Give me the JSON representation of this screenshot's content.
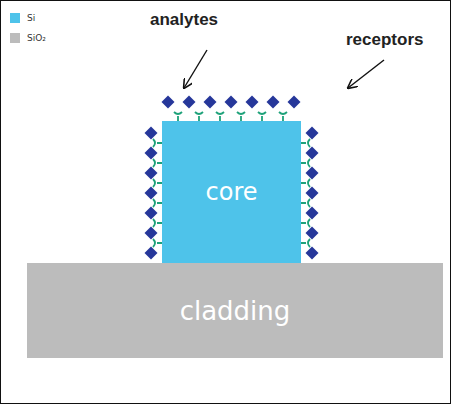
{
  "diagram": {
    "nodes": [
      {
        "text": [
          "core"
        ]
      },
      {
        "text": [
          "cladding"
        ]
      }
    ],
    "labels": [
      "analytes",
      "receptors"
    ],
    "legend": [
      {
        "text": "Si",
        "color": "#4ec3ea"
      },
      {
        "text": "SiO₂",
        "color": "#bcbcbc"
      }
    ]
  }
}
